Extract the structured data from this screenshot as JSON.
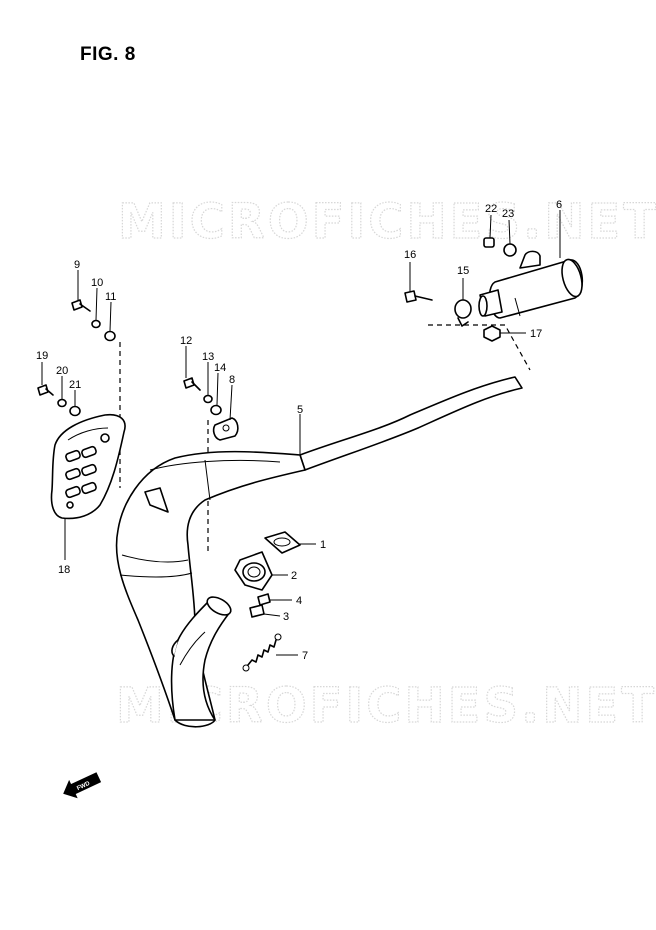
{
  "figure": {
    "title": "FIG. 8"
  },
  "watermark": {
    "text": "MICROFICHES.NET"
  },
  "fwd_arrow": {
    "label": "FWD"
  },
  "callouts": {
    "c1": "1",
    "c2": "2",
    "c3": "3",
    "c4": "4",
    "c5": "5",
    "c6": "6",
    "c7": "7",
    "c8": "8",
    "c9": "9",
    "c10": "10",
    "c11": "11",
    "c12": "12",
    "c13": "13",
    "c14": "14",
    "c15": "15",
    "c16": "16",
    "c17": "17",
    "c18": "18",
    "c19": "19",
    "c20": "20",
    "c21": "21",
    "c22": "22",
    "c23": "23"
  },
  "colors": {
    "ink": "#000000",
    "paper": "#ffffff",
    "watermark": "#d7d7d7"
  }
}
